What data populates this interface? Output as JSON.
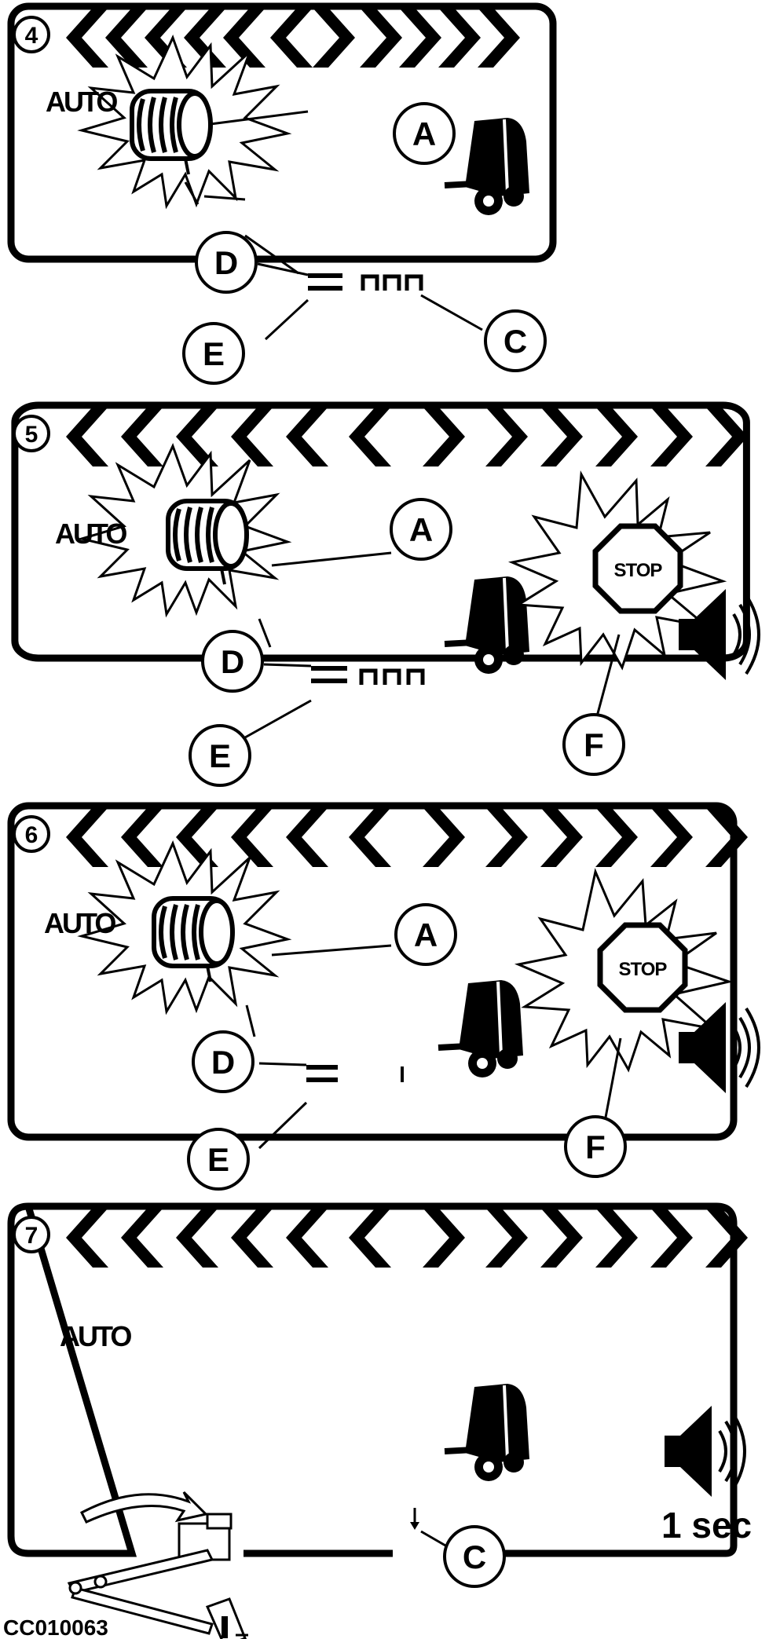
{
  "figure_code": "CC010063",
  "panels": [
    {
      "step": "4",
      "auto": "AUTO",
      "callouts": [
        "A",
        "D",
        "E",
        "C"
      ],
      "icons": [
        "direction-chevrons-icon",
        "bale-net-wrap-icon",
        "baler-icon",
        "starburst-icon"
      ]
    },
    {
      "step": "5",
      "auto": "AUTO",
      "stop": "STOP",
      "callouts": [
        "A",
        "D",
        "E",
        "F"
      ],
      "icons": [
        "direction-chevrons-icon",
        "bale-net-wrap-icon",
        "baler-icon",
        "stop-sign-icon",
        "speaker-icon"
      ]
    },
    {
      "step": "6",
      "auto": "AUTO",
      "stop": "STOP",
      "callouts": [
        "A",
        "D",
        "E",
        "F"
      ],
      "icons": [
        "direction-chevrons-icon",
        "bale-net-wrap-icon",
        "baler-icon",
        "stop-sign-icon",
        "speaker-icon"
      ]
    },
    {
      "step": "7",
      "auto": "AUTO",
      "sound_duration": "1 sec",
      "callouts": [
        "C"
      ],
      "icons": [
        "direction-chevrons-icon",
        "baler-icon",
        "speaker-icon",
        "tailgate-lever-icon"
      ]
    }
  ]
}
